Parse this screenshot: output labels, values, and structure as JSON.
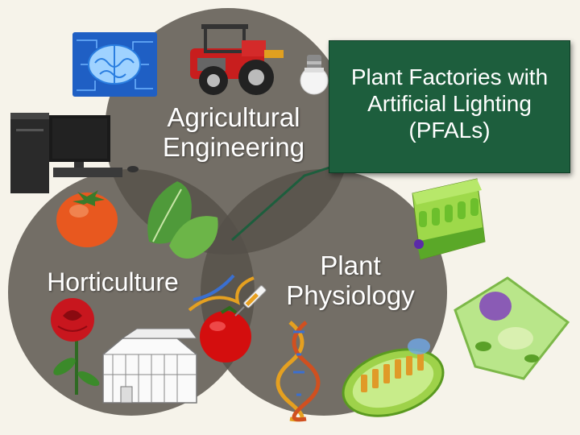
{
  "venn": {
    "agricultural_engineering": [
      "Agricultural",
      "Engineering"
    ],
    "horticulture": "Horticulture",
    "plant_physiology": [
      "Plant",
      "Physiology"
    ]
  },
  "callout": {
    "lines": [
      "Plant Factories with",
      "Artificial Lighting",
      "(PFALs)"
    ]
  },
  "colors": {
    "background": "#f6f3ea",
    "circle": "#555049",
    "callout_fill": "#1d5e3d",
    "connector_line": "#1d5e3d"
  },
  "icons": [
    "brain-chip-icon",
    "tractor-icon",
    "led-bulb-icon",
    "desktop-computer-icon",
    "tomato-icon",
    "lettuce-leaf-icon",
    "leaf-tissue-icon",
    "plant-cell-icon",
    "dna-helix-icon",
    "gene-injected-tomato-icon",
    "rose-icon",
    "greenhouse-icon",
    "chloroplast-icon"
  ]
}
